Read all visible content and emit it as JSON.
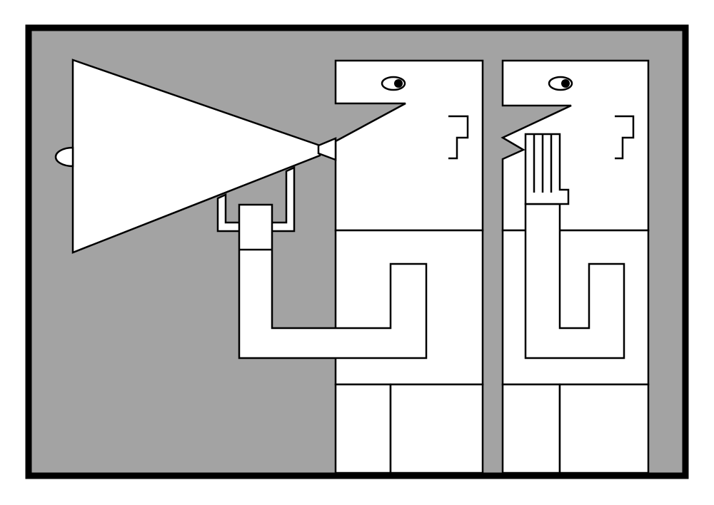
{
  "colors": {
    "background": "#ffffff",
    "frame_fill": "#a3a3a3",
    "outline": "#000000",
    "figure_fill": "#ffffff"
  },
  "scene": {
    "subjects": [
      "shouting-person",
      "whispering-person"
    ],
    "props": [
      "megaphone"
    ],
    "icons": [
      "megaphone-icon",
      "eye-icon",
      "ear-icon",
      "hand-icon"
    ]
  }
}
